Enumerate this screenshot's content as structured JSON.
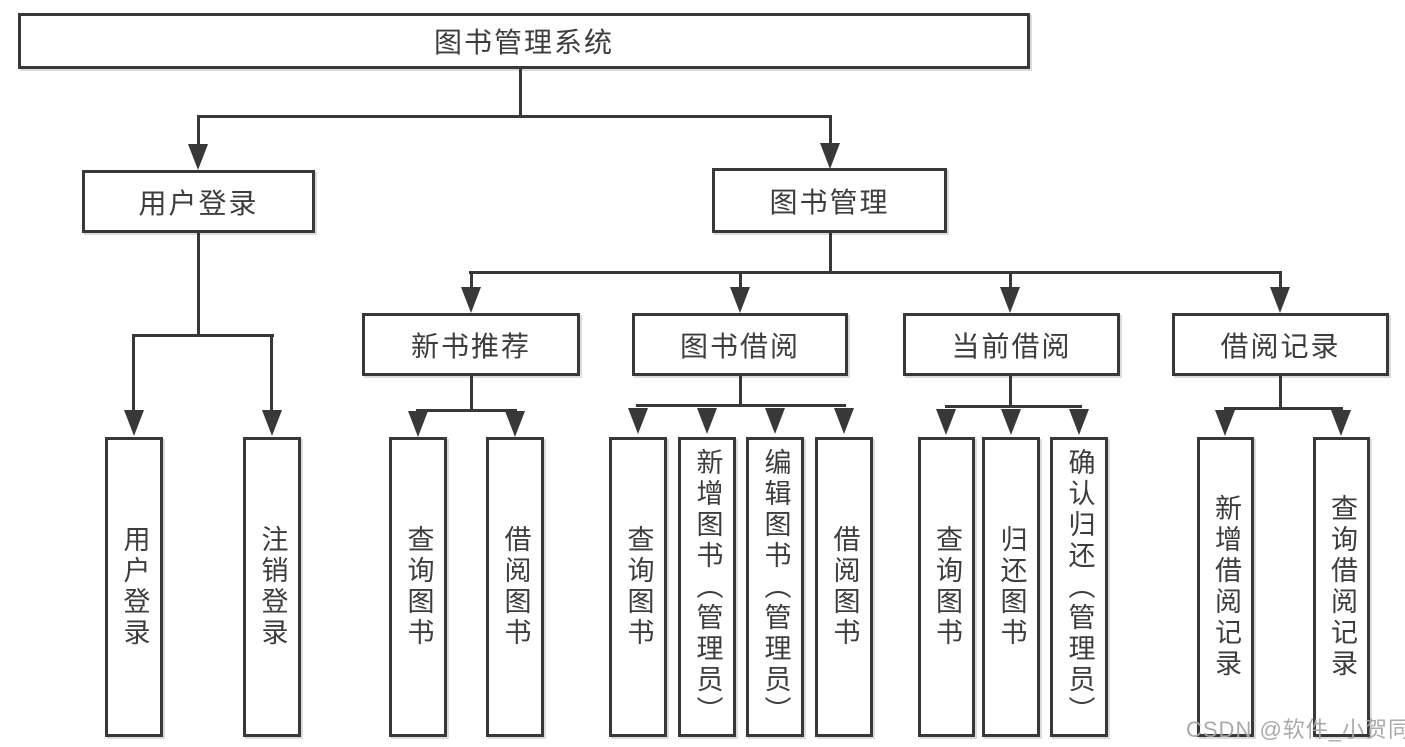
{
  "diagram": {
    "nodes": [
      {
        "id": "library-system",
        "label": "图书管理系统"
      },
      {
        "id": "user-login-branch",
        "label": "用户登录"
      },
      {
        "id": "book-management-branch",
        "label": "图书管理"
      },
      {
        "id": "new-book-recommend",
        "label": "新书推荐"
      },
      {
        "id": "book-borrow",
        "label": "图书借阅"
      },
      {
        "id": "current-borrow",
        "label": "当前借阅"
      },
      {
        "id": "borrow-records",
        "label": "借阅记录"
      },
      {
        "id": "leaf-user-login",
        "label": "用户登录"
      },
      {
        "id": "leaf-logout",
        "label": "注销登录"
      },
      {
        "id": "leaf-query-books-recommend",
        "label": "查询图书"
      },
      {
        "id": "leaf-borrow-books-recommend",
        "label": "借阅图书"
      },
      {
        "id": "leaf-query-books-borrow",
        "label": "查询图书"
      },
      {
        "id": "leaf-add-book-admin",
        "label": "新增图书（管理员）"
      },
      {
        "id": "leaf-edit-book-admin",
        "label": "编辑图书（管理员）"
      },
      {
        "id": "leaf-borrow-books-borrow",
        "label": "借阅图书"
      },
      {
        "id": "leaf-query-books-current",
        "label": "查询图书"
      },
      {
        "id": "leaf-return-book",
        "label": "归还图书"
      },
      {
        "id": "leaf-confirm-return-admin",
        "label": "确认归还（管理员）"
      },
      {
        "id": "leaf-add-borrow-record",
        "label": "新增借阅记录"
      },
      {
        "id": "leaf-query-borrow-record",
        "label": "查询借阅记录"
      }
    ]
  },
  "watermark": {
    "text": "CSDN @软件_小贺同学"
  },
  "colors": {
    "line": "#383838",
    "box_border": "#383838",
    "text": "#3d3d3d",
    "background": "#ffffff",
    "watermark": "#a5a5a5"
  }
}
